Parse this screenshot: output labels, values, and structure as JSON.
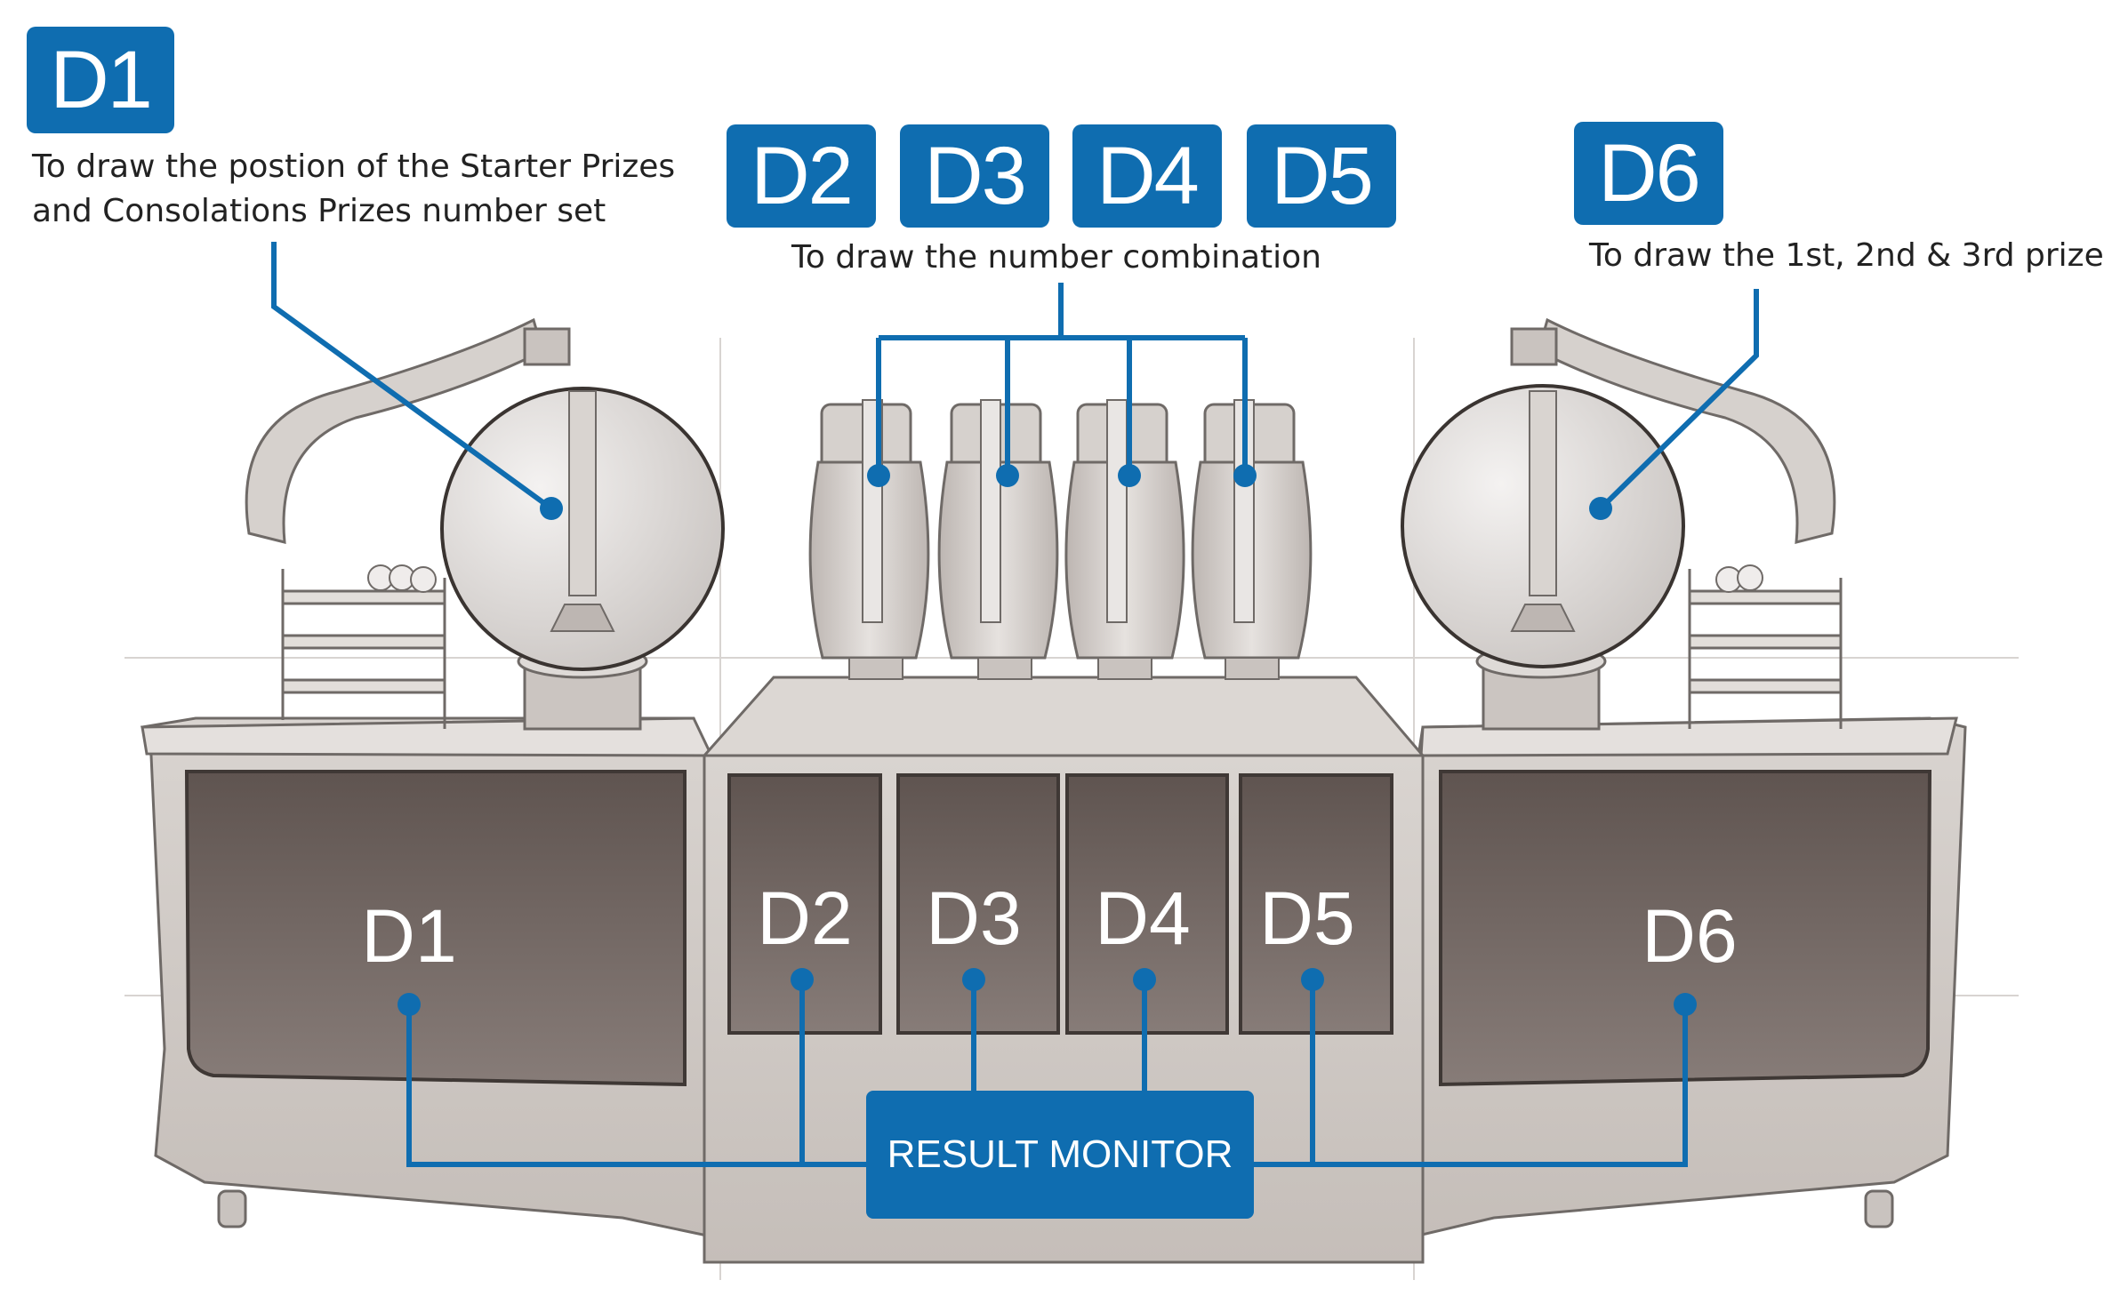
{
  "top_tags": {
    "d1": {
      "label": "D1",
      "caption_line1": "To draw the postion of the Starter Prizes",
      "caption_line2": "and Consolations Prizes number set"
    },
    "d2": {
      "label": "D2"
    },
    "d3": {
      "label": "D3"
    },
    "d4": {
      "label": "D4"
    },
    "d5": {
      "label": "D5"
    },
    "center_caption": "To draw the number combination",
    "d6": {
      "label": "D6",
      "caption": "To draw the 1st, 2nd & 3rd prize"
    }
  },
  "screens": {
    "d1": "D1",
    "d2": "D2",
    "d3": "D3",
    "d4": "D4",
    "d5": "D5",
    "d6": "D6"
  },
  "result_monitor": "RESULT MONITOR",
  "colors": {
    "accent_blue": "#0f6db0",
    "screen_brown": "#6e625e",
    "machine_gray": "#cfc9c4"
  },
  "icons": [
    "drawing-machine-sphere",
    "drawing-machine-cylinder",
    "result-monitor-screen"
  ]
}
